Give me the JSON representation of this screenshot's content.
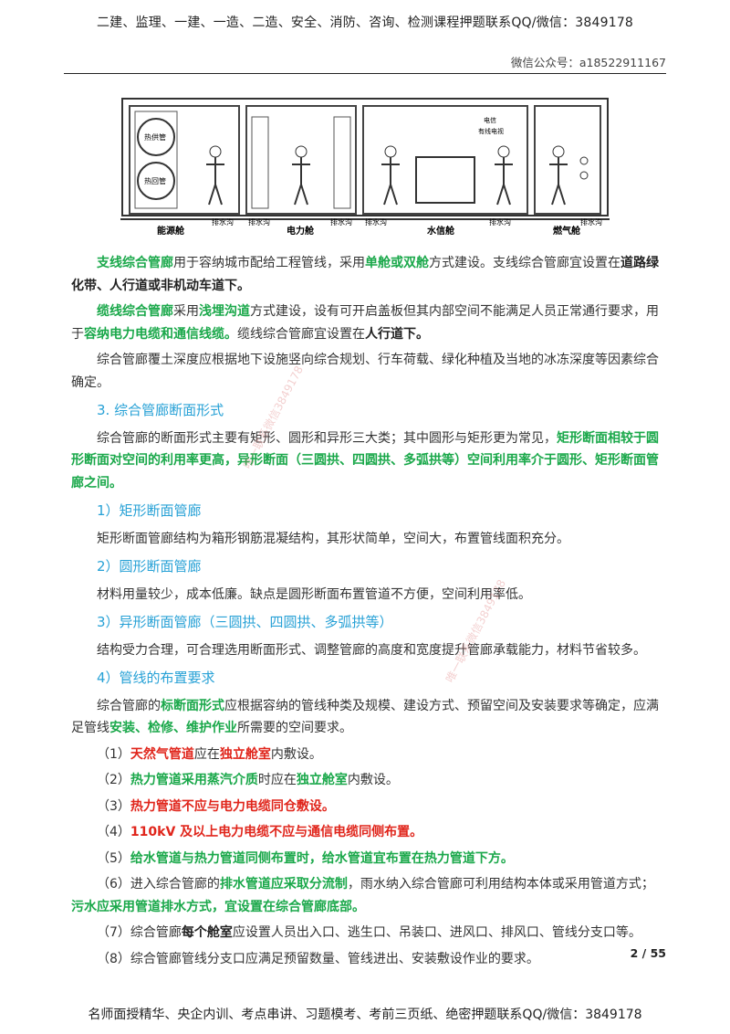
{
  "header": {
    "banner": "二建、监理、一建、一造、二造、安全、消防、咨询、检测课程押题联系QQ/微信：3849178",
    "wechat": "微信公众号：a18522911167"
  },
  "figure": {
    "cabins": [
      {
        "name": "能源舱",
        "drain": "排水沟",
        "pipe1": "热供管",
        "pipe2": "热回管"
      },
      {
        "name": "电力舱",
        "drain1": "排水沟",
        "drain2": "排水沟"
      },
      {
        "name": "水信舱",
        "drain1": "排水沟",
        "drain2": "排水沟",
        "note1": "电信",
        "note2": "有线电视"
      },
      {
        "name": "燃气舱",
        "drain": "排水沟"
      }
    ]
  },
  "paragraphs": {
    "p1": {
      "t1": "支线综合管廊",
      "t2": "用于容纳城市配给工程管线，采用",
      "t3": "单舱或双舱",
      "t4": "方式建设。支线综合管廊宜设置在",
      "t5": "道路绿化带、人行道或非机动车道下。"
    },
    "p2": {
      "t1": "缆线综合管廊",
      "t2": "采用",
      "t3": "浅埋沟道",
      "t4": "方式建设，设有可开启盖板但其内部空间不能满足人员正常通行要求，用于",
      "t5": "容纳电力电缆和通信线缆。",
      "t6": "缆线综合管廊宜设置在",
      "t7": "人行道下。"
    },
    "p3": "综合管廊覆土深度应根据地下设施竖向综合规划、行车荷载、绿化种植及当地的冰冻深度等因素综合确定。",
    "h3": "3. 综合管廊断面形式",
    "p4": {
      "t1": "综合管廊的断面形式主要有矩形、圆形和异形三大类；其中圆形与矩形更为常见，",
      "t2": "矩形断面相较于圆形断面对空间的利用率更高，异形断面（三圆拱、四圆拱、多弧拱等）空间利用率介于圆形、矩形断面管廊之间。"
    },
    "s1": "1）矩形断面管廊",
    "p5": "矩形断面管廊结构为箱形钢筋混凝结构，其形状简单，空间大，布置管线面积充分。",
    "s2": "2）圆形断面管廊",
    "p6": "材料用量较少，成本低廉。缺点是圆形断面布置管道不方便，空间利用率低。",
    "s3": "3）异形断面管廊（三圆拱、四圆拱、多弧拱等）",
    "p7": "结构受力合理，可合理选用断面形式、调整管廊的高度和宽度提升管廊承载能力，材料节省较多。",
    "s4": "4）管线的布置要求",
    "p8": {
      "t1": "综合管廊的",
      "t2": "标断面形式",
      "t3": "应根据容纳的管线种类及规模、建设方式、预留空间及安装要求等确定，应满足管线",
      "t4": "安装、检修、维护作业",
      "t5": "所需要的空间要求。"
    },
    "i1": {
      "n": "（1）",
      "t1": "天然气管道",
      "t2": "应在",
      "t3": "独立舱室",
      "t4": "内敷设。"
    },
    "i2": {
      "n": "（2）",
      "t1": "热力管道采用蒸汽介质",
      "t2": "时应在",
      "t3": "独立舱室",
      "t4": "内敷设。"
    },
    "i3": {
      "n": "（3）",
      "t1": "热力管道不应与电力电缆同仓敷设。"
    },
    "i4": {
      "n": "（4）",
      "t1": "110kV 及以上电力电缆不应与通信电缆同侧布置。"
    },
    "i5": {
      "n": "（5）",
      "t1": "给水管道与热力管道同侧布置时，给水管道宜布置在热力管道下方。"
    },
    "i6": {
      "n": "（6）",
      "t1": "进入综合管廊的",
      "t2": "排水管道应采取分流制",
      "t3": "，雨水纳入综合管廊可利用结构本体或采用管道方式；",
      "t4": "污水应采用管道排水方式，宜设置在综合管廊底部。"
    },
    "i7": {
      "n": "（7）",
      "t1": "综合管廊",
      "t2": "每个舱室",
      "t3": "应设置人员出入口、逃生口、吊装口、进风口、排风口、管线分支口等。"
    },
    "i8": {
      "n": "（8）",
      "t1": "综合管廊管线分支口应满足预留数量、管线进出、安装敷设作业的要求。"
    }
  },
  "footer": {
    "page": "2 / 55",
    "banner": "名师面授精华、央企内训、考点串讲、习题模考、考前三页纸、绝密押题联系QQ/微信：3849178"
  },
  "watermark": {
    "text": "唯一联系微信3849178"
  },
  "colors": {
    "green": "#1aa84a",
    "red": "#e0251b",
    "blue": "#27a1d6"
  }
}
